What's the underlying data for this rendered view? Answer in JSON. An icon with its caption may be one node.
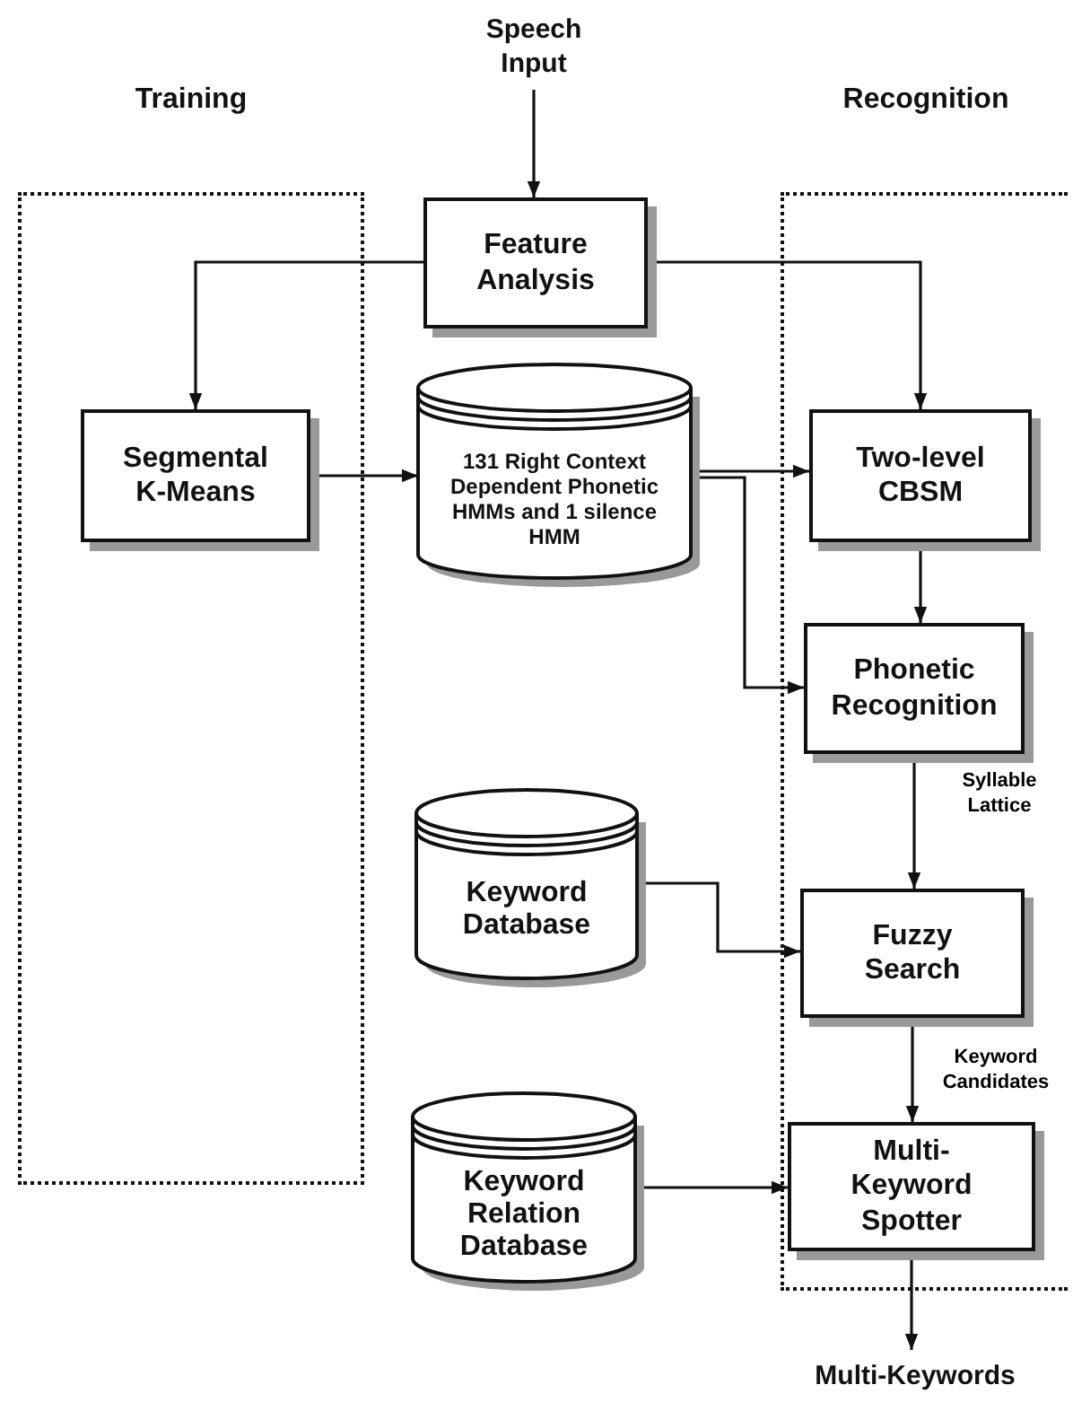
{
  "diagram": {
    "nodes": [
      {
        "text": [
          "Training"
        ]
      },
      {
        "text": [
          "Segmental K-Means"
        ],
        "in": 0
      },
      {
        "text": [
          "Speech Input"
        ]
      },
      {
        "text": [
          "Feature Analysis"
        ]
      },
      {
        "text": [
          "131 Right Context Dependent Phonetic HMMs and 1 silence HMM"
        ]
      },
      {
        "text": [
          "Recognition"
        ]
      },
      {
        "text": [
          "Two-level CBSM"
        ],
        "in": 5
      },
      {
        "text": [
          "Phonetic Recognition"
        ],
        "in": 5
      },
      {
        "text": [
          "Keyword Database"
        ]
      },
      {
        "text": [
          "Fuzzy Search"
        ],
        "in": 5
      },
      {
        "text": [
          "Keyword Relation Database"
        ]
      },
      {
        "text": [
          "Multi-Keyword Spotter"
        ],
        "in": 5
      },
      {
        "text": [
          "Multi-Keywords"
        ]
      }
    ],
    "edges": [
      {
        "from": 2,
        "to": 3,
        "arrow": "to"
      },
      {
        "from": 3,
        "to": 1,
        "arrow": "to"
      },
      {
        "from": 3,
        "to": 6,
        "arrow": "to"
      },
      {
        "from": 1,
        "to": 4,
        "arrow": "to"
      },
      {
        "from": 4,
        "to": 6,
        "arrow": "to"
      },
      {
        "from": 4,
        "to": 7,
        "arrow": "to"
      },
      {
        "from": 6,
        "to": 7,
        "arrow": "to"
      },
      {
        "from": 7,
        "to": 9,
        "arrow": "to",
        "label": "Syllable Lattice"
      },
      {
        "from": 8,
        "to": 9,
        "arrow": "to"
      },
      {
        "from": 9,
        "to": 11,
        "arrow": "to",
        "label": "Keyword Candidates"
      },
      {
        "from": 10,
        "to": 11,
        "arrow": "to"
      },
      {
        "from": 11,
        "to": 12,
        "arrow": "to"
      }
    ]
  }
}
